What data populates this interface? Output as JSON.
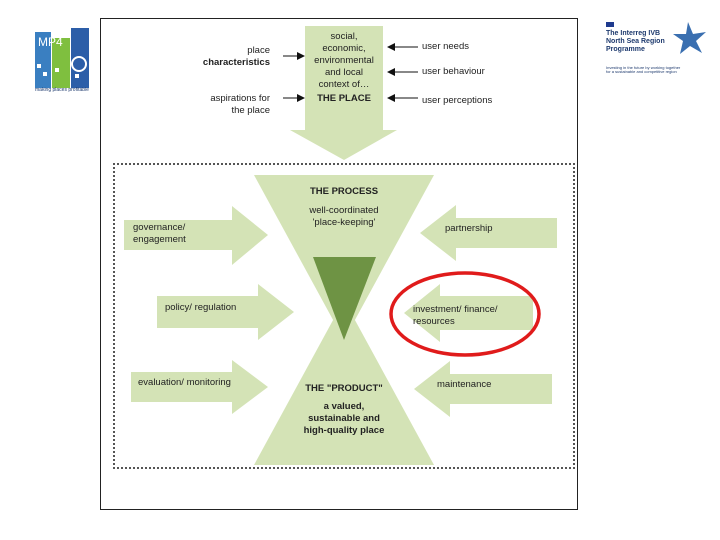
{
  "logos": {
    "left": {
      "main": "MP4",
      "caption": "making places profitable"
    },
    "right": {
      "line1": "The Interreg IVB",
      "line2": "North Sea Region",
      "line3": "Programme",
      "tagline": "Investing in the future by working together for a sustainable and competitive region"
    }
  },
  "top": {
    "place_characteristics": [
      "place",
      "characteristics"
    ],
    "aspirations": [
      "aspirations for",
      "the place"
    ],
    "center": [
      "social,",
      "economic,",
      "environmental",
      "and local",
      "context of…",
      "THE PLACE"
    ],
    "user_needs": "user needs",
    "user_behaviour": "user behaviour",
    "user_perceptions": "user perceptions"
  },
  "process": {
    "title": "THE PROCESS",
    "subtitle": [
      "well-coordinated",
      "'place-keeping'"
    ],
    "product_title": "THE \"PRODUCT\"",
    "product_subtitle": [
      "a valued,",
      "sustainable and",
      "high-quality place"
    ]
  },
  "left_arrows": {
    "governance": [
      "governance/",
      "engagement"
    ],
    "policy": "policy/ regulation",
    "evaluation": "evaluation/ monitoring"
  },
  "right_arrows": {
    "partnership": "partnership",
    "investment": [
      "investment/ finance/",
      "resources"
    ],
    "maintenance": "maintenance"
  },
  "colors": {
    "light_green": "#d4e3b6",
    "dark_green": "#6e9344",
    "highlight": "#e01b1b",
    "text": "#222222"
  }
}
